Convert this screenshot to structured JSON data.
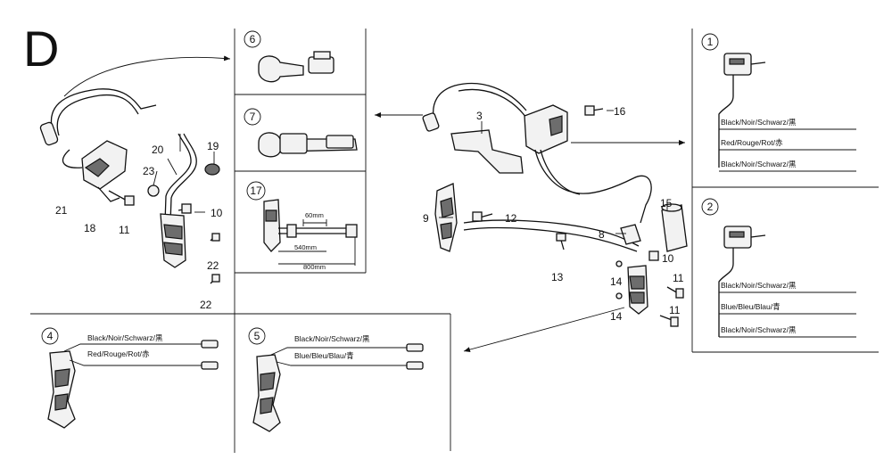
{
  "section_letter": "D",
  "callouts": {
    "c1": "1",
    "c2": "2",
    "c3": "3",
    "c4": "4",
    "c5": "5",
    "c6": "6",
    "c7": "7",
    "c8": "8",
    "c9": "9",
    "c10a": "10",
    "c10b": "10",
    "c11a": "11",
    "c11b": "11",
    "c11c": "11",
    "c12": "12",
    "c13": "13",
    "c14a": "14",
    "c14b": "14",
    "c15": "15",
    "c16": "16",
    "c17": "17",
    "c18": "18",
    "c19": "19",
    "c20": "20",
    "c21": "21",
    "c22a": "22",
    "c22b": "22",
    "c23": "23"
  },
  "wire_labels": {
    "p1_black_top": "Black/Noir/Schwarz/黒",
    "p1_red": "Red/Rouge/Rot/赤",
    "p1_black_bottom": "Black/Noir/Schwarz/黒",
    "p2_black_top": "Black/Noir/Schwarz/黒",
    "p2_blue": "Blue/Bleu/Blau/青",
    "p2_black_bottom": "Black/Noir/Schwarz/黒",
    "p4_black": "Black/Noir/Schwarz/黒",
    "p4_red": "Red/Rouge/Rot/赤",
    "p5_black": "Black/Noir/Schwarz/黒",
    "p5_blue": "Blue/Bleu/Blau/青"
  },
  "dimensions": {
    "d60": "60mm",
    "d540": "540mm",
    "d800": "800mm"
  }
}
